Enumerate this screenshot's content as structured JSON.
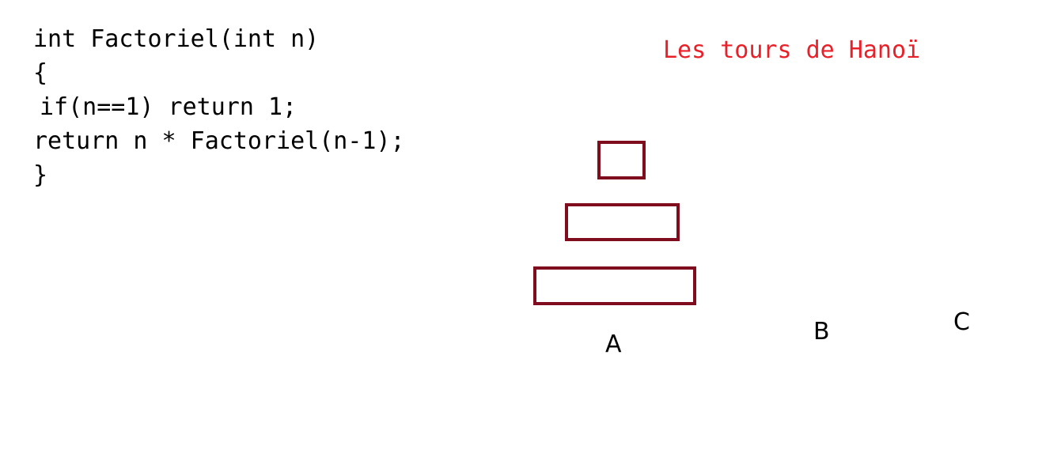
{
  "code": {
    "lines": [
      "int Factoriel(int n)",
      "{",
      "if(n==1) return 1;",
      "return n * Factoriel(n-1);",
      "}"
    ]
  },
  "title": {
    "text": "Les tours de Hanoï",
    "color": "#e8202a"
  },
  "hanoi": {
    "disk_color": "#7f0d1e",
    "disks": [
      {
        "name": "small",
        "peg": "A"
      },
      {
        "name": "medium",
        "peg": "A"
      },
      {
        "name": "large",
        "peg": "A"
      }
    ],
    "pegs": [
      "A",
      "B",
      "C"
    ]
  }
}
